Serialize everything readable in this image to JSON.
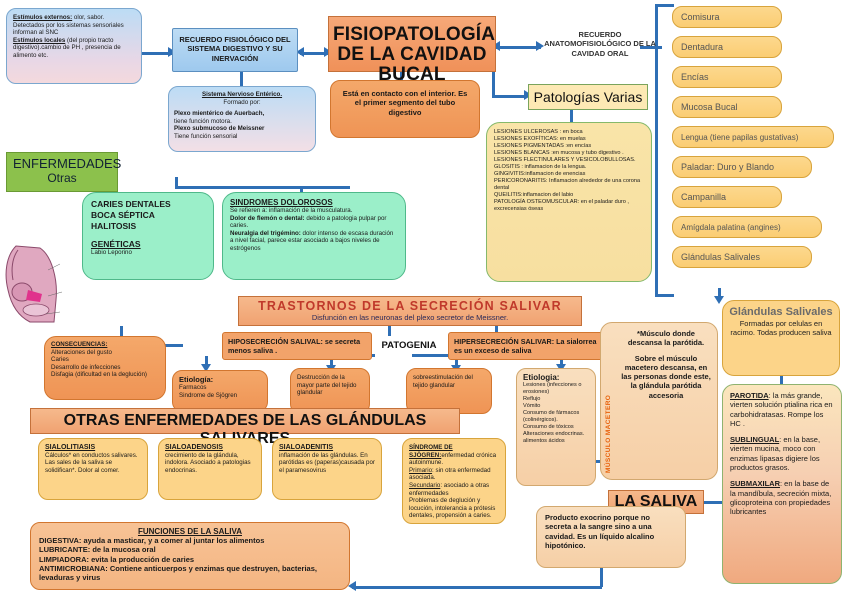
{
  "title": "FISIOPATOLOGÍA DE LA CAVIDAD BUCAL",
  "nodes": {
    "estimulos": "Estímulos externos: olor, sabor. Detectados por los sistemas sensoriales informan al SNC Estímulos locales (del propio tracto digestivo).cambio de PH , presencia de alimento etc.",
    "estimulos_l1": "Estímulos externos:",
    "estimulos_l1b": " olor, sabor.",
    "estimulos_l2": "Detectados por los sistemas sensoriales informan al SNC",
    "estimulos_l3": "Estímulos locales",
    "estimulos_l3b": " (del propio tracto digestivo).cambio de PH , presencia de alimento etc.",
    "recuerdo_fisiologico": "RECUERDO FISIOLÓGICO DEL SISTEMA DIGESTIVO Y SU INERVACIÓN",
    "recuerdo_anatomo": "RECUERDO ANATOMOFISIOLÓGICO DE LA CAVIDAD ORAL",
    "sne_title": "Sistema Nervioso Entérico.",
    "sne_l1": "Formado por:",
    "sne_l2": "Plexo mientérico de Auerbach,",
    "sne_l3": "tiene función motora.",
    "sne_l4": "Plexo submucoso de Meissner",
    "sne_l5": "Tiene función sensorial",
    "contacto": "Está en contacto con el interior.  Es el primer segmento del tubo digestivo",
    "patologias_varias": "Patologías Varias",
    "enfermedades": "ENFERMEDADES",
    "enfermedades_sub": "Otras"
  },
  "oral_structures": [
    "Comisura",
    "Dentadura",
    "Encías",
    "Mucosa Bucal",
    "Lengua (tiene papilas gustativas)",
    "Paladar: Duro y Blando",
    "Campanilla",
    "Amígdala palatina (angines)",
    "Glándulas Salivales"
  ],
  "lesiones": [
    "LESIONES ULCEROSAS : en boca",
    "LESIONES EXOFÍTICAS: en muelas",
    "LESIONES PIGMENTADAS :en encías",
    "LESIONES BLANCAS :en mucosa y tubo digestivo .",
    "LESIONES FLECTINULARES Y VESICOLOBULLOSAS.",
    "GLOSITIS : inflamacion de la lengua.",
    "GINGIVITIS:inflamacion de enencias",
    "PERICORONARITIS: Inflamacion alrededor de una corona dental",
    "QUEILITIS:inflamacion del labio",
    "PATOLOGÍA OSTEOMUSCULAR: en el paladar duro , excrecensias óseas"
  ],
  "caries_box": {
    "l1": "CARIES DENTALES",
    "l2": "BOCA SÉPTICA",
    "l3": "HALITOSIS",
    "l4": "GENÉTICAS",
    "l5": "Labio Leporino"
  },
  "sindromes": {
    "title": "SINDROMES DOLOROSOS",
    "l1": "Se refieren a: inflamación de la musculatura.",
    "l2a": "Dolor de flemón o dental:",
    "l2b": " debido a patologia pulpar por caries.",
    "l3a": "Neuralgia del trigémino:",
    "l3b": " dolor intenso de escasa duración a nivel facial, parece estar asociado a bajos niveles de estrógenos"
  },
  "trastornos": {
    "title": "TRASTORNOS DE LA SECRECIÓN SALIVAR",
    "subtitle": "Disfunción en las neuronas del plexo secretor de Meissner."
  },
  "hipo": "HIPOSECRECIÓN SALIVAL: se secreta  menos saliva .",
  "hiper": "HIPERSECRECIÓN SALIVAR: La sialorrea es un exceso de saliva",
  "patogenia": "PATOGENIA",
  "destruccion": "Destrucción de la mayor parte del tejido glandular",
  "sobreestimulacion": "sobreestimulación del tejido glandular",
  "consecuencias": {
    "title": "CONSECUENCIAS:",
    "items": [
      "Alteraciones del gusto",
      "Caries",
      "Desarrollo de infecciones",
      "Disfagia (dificultad en la deglución)"
    ]
  },
  "etiologia_hipo": {
    "title": "Etiología:",
    "items": [
      "Farmacos",
      "Sindrome de Sjögren"
    ]
  },
  "etiologia_hiper": {
    "title": "Etiologia:",
    "items": [
      "Lesiones (infecciones o erosiones)",
      "Reflujo",
      "Vómito",
      "Consumo de fármacos (colinérgicos).",
      "Consumo de tóxicos",
      "Alteraciones endocrinas.",
      "alimentos ácidos"
    ]
  },
  "musculo": {
    "vertical_label": "MÚSCULO MACETERO",
    "l1": "*Músculo donde descansa la parótida.",
    "l2": "Sobre el músculo macetero descansa, en las personas donde este, la glándula parótida accesoria"
  },
  "glandulas": {
    "title": "Glándulas Salivales",
    "sub": "Formadas por celulas en racimo.  Todas producen saliva"
  },
  "glandulas_detail": {
    "parotida_t": "PAROTIDA",
    "parotida_d": ": la más grande, vierten solución ptialina rica en carbohidratasas. Rompe los HC .",
    "sublingual_t": "SUBLINGUAL",
    "sublingual_d": ": en la base, vierten mucina, moco con enzimas lipasas digiere los productos grasos.",
    "submaxilar_t": "SUBMAXILAR",
    "submaxilar_d": ": en la base de la mandíbula, secreción mixta, glicoproteina con propiedades lubricantes"
  },
  "otras_enfermedades_banner": "OTRAS ENFERMEDADES DE LAS GLÁNDULAS SALIVARES",
  "sialolitiasis": {
    "title": "SIALOLITIASIS",
    "body": "Cálculos* en conductos salivares. Las sales de la saliva se solidifican*. Dolor al comer."
  },
  "sialoadenosis": {
    "title": "SIALOADENOSIS",
    "body": "crecimiento de la glándula, indolora. Asociado a patologias endocrinas."
  },
  "sialoadenitis": {
    "title": "SIALOADENITIS",
    "body": "inflamación de las glándulas. En parótidas es (paperas)causada por el paramesovirus"
  },
  "sjogren": {
    "t1": "SÍNDROME DE SJÖGREN:",
    "d1": "enfermedad crónica autoinmune.",
    "t2": "Primario",
    "d2": ": sin otra enfermedad asociada.",
    "t3": "Secundario",
    "d3": ": asociado a otras enfermedades",
    "d4": "Problemas de deglución y locución, intolerancia a prótesis dentales, propensión a caries."
  },
  "la_saliva": "LA  SALIVA",
  "saliva_desc": "Producto exocrino porque no secreta a la sangre sino a una cavidad. Es un líquido alcalino hipotónico.",
  "funciones": {
    "title": "FUNCIONES DE LA SALIVA",
    "l1t": "DIGESTIVA:",
    "l1d": " ayuda a masticar, y a comer al juntar los alimentos",
    "l2t": "LUBRICANTE:",
    "l2d": " de la mucosa oral",
    "l3t": "LIMPIADORA:",
    "l3d": " evita la producción de caries",
    "l4t": "ANTIMICROBIANA:",
    "l4d": " Contiene anticuerpos y enzimas que destruyen, bacterias, levaduras y virus"
  },
  "colors": {
    "orange": "#ef9455",
    "yellow": "#fbcd73",
    "green": "#9befc9",
    "blue": "#9ec9ee",
    "line": "#2f6fb5",
    "olive": "#8cc14c",
    "red_title": "#c0392b"
  }
}
